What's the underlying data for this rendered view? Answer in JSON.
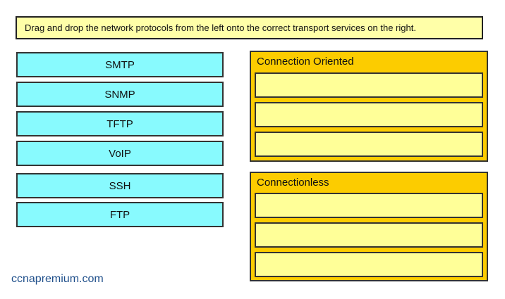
{
  "instruction": "Drag and drop the network protocols from the left onto the correct transport services on the right.",
  "protocols": [
    "SMTP",
    "SNMP",
    "TFTP",
    "VoIP",
    "SSH",
    "FTP"
  ],
  "targets": [
    {
      "title": "Connection Oriented",
      "slots": 3
    },
    {
      "title": "Connectionless",
      "slots": 3
    }
  ],
  "watermark": "ccnapremium.com",
  "colors": {
    "instruction_bg": "#ffffa8",
    "protocol_bg": "#88fafe",
    "group_bg": "#fccc00",
    "slot_bg": "#ffff98",
    "watermark": "#1e4e8a"
  }
}
